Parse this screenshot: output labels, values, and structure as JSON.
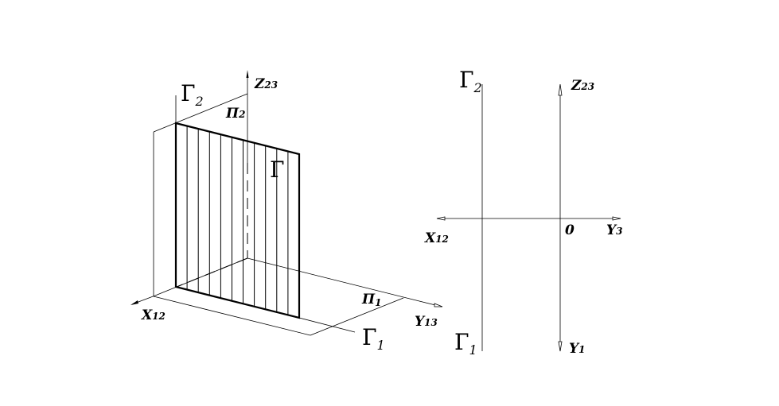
{
  "left_diagram": {
    "z_axis_label": "Z",
    "z_axis_sub": "23",
    "x_axis_label": "X",
    "x_axis_sub": "12",
    "y_axis_label": "Y",
    "y_axis_sub": "13",
    "plane_p2": "П",
    "plane_p2_sub": "2",
    "plane_p1": "П",
    "plane_p1_sub": "1",
    "trace_gamma2": "Г",
    "trace_gamma2_sub": "2",
    "trace_gamma1": "Г",
    "trace_gamma1_sub": "1",
    "plane_gamma": "Г"
  },
  "right_diagram": {
    "gamma2": "Г",
    "gamma2_sub": "2",
    "gamma1": "Г",
    "gamma1_sub": "1",
    "z_label": "Z",
    "z_sub": "23",
    "x_label": "X",
    "x_sub": "12",
    "origin": "0",
    "y3_label": "Y",
    "y3_sub": "3",
    "y1_label": "Y",
    "y1_sub": "1"
  }
}
